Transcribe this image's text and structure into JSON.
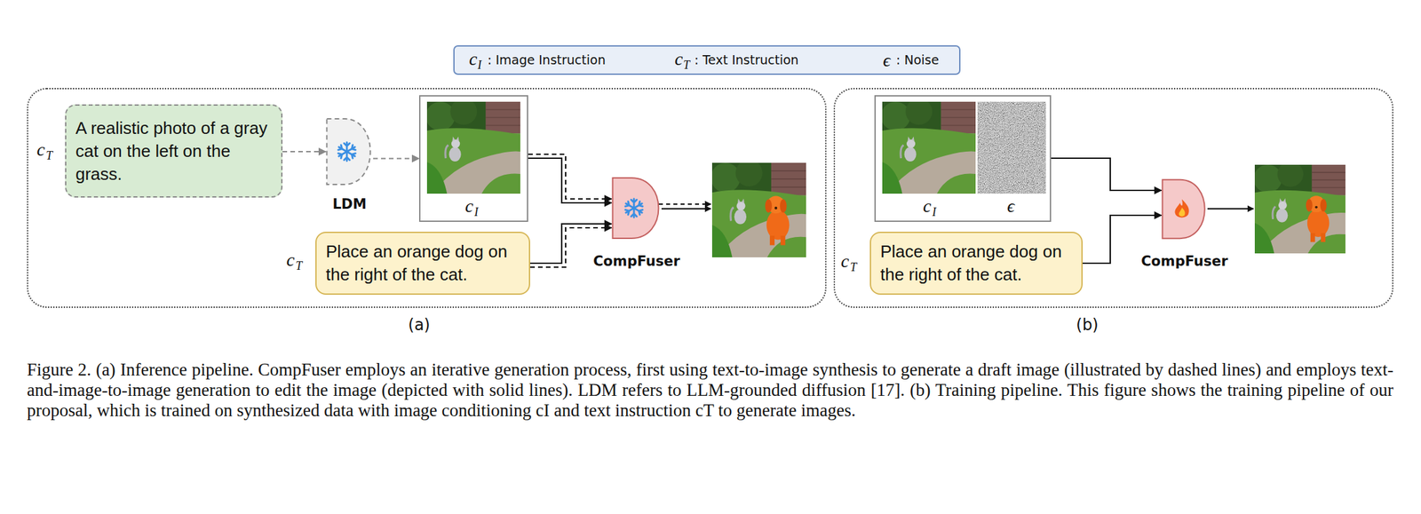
{
  "diagram": {
    "caption": "Figure 2. (a) Inference pipeline. CompFuser employs an iterative generation process, first using text-to-image synthesis to generate a draft image (illustrated by dashed lines) and employs text-and-image-to-image generation to edit the image (depicted with solid lines). LDM refers to LLM-grounded diffusion [17]. (b) Training pipeline. This figure shows the training pipeline of our proposal, which is trained on synthesized data with image conditioning cI and text instruction cT to generate images.",
    "nodes": [
      {
        "text": [
          "c",
          "I",
          ": Image Instruction",
          "c",
          "T",
          ": Text Instruction",
          "ϵ",
          ": Noise"
        ]
      },
      {
        "text": [
          "(a)"
        ]
      },
      {
        "text": [
          "A realistic photo of a gray cat on the left on the grass."
        ],
        "in": 1
      },
      {
        "text": [
          "LDM"
        ],
        "in": 1
      },
      {
        "text": [
          "c",
          "I"
        ],
        "in": 1
      },
      {
        "text": [
          "Place an orange dog on the right of the cat."
        ],
        "in": 1
      },
      {
        "text": [
          "CompFuser"
        ],
        "in": 1
      },
      {
        "text": [
          "(b)"
        ]
      },
      {
        "text": [
          "c",
          "I",
          "ϵ"
        ],
        "in": 7
      },
      {
        "text": [
          "Place an orange dog on the right of the cat."
        ],
        "in": 7
      },
      {
        "text": [
          "CompFuser"
        ],
        "in": 7
      }
    ],
    "edges": [
      {
        "from": 2,
        "to": 3,
        "arrow": "to"
      },
      {
        "from": 3,
        "to": 4,
        "arrow": "to"
      },
      {
        "from": 4,
        "to": 6,
        "arrow": "to"
      },
      {
        "from": 5,
        "to": 6,
        "arrow": "to"
      },
      {
        "from": 8,
        "to": 10,
        "arrow": "to"
      },
      {
        "from": 9,
        "to": 10,
        "arrow": "to"
      }
    ],
    "labels": [
      "c",
      "T",
      "c",
      "T",
      "c",
      "T"
    ]
  }
}
